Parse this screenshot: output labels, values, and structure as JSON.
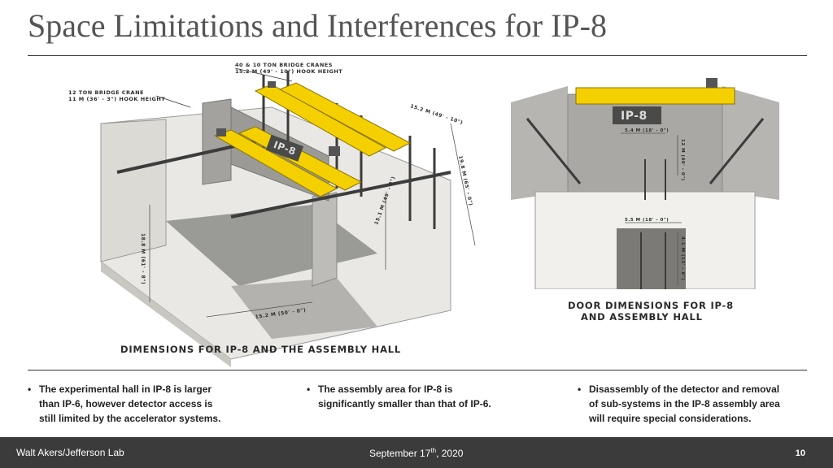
{
  "title": "Space Limitations and Interferences for IP-8",
  "figures": {
    "left": {
      "label_cranes_40": "40 & 10 TON BRIDGE CRANES",
      "label_cranes_40_height": "15.2 M (49' - 10\") HOOK HEIGHT",
      "label_crane_12": "12 TON BRIDGE CRANE",
      "label_crane_12_height": "11 M (36' - 3\") HOOK HEIGHT",
      "dim_top": "15.2 M (49' - 10\")",
      "dim_side": "19.8 M (65' - 0\")",
      "dim_right": "15.1 M (49' - 8\")",
      "dim_left": "18.8 M (61' - 8\")",
      "dim_bottom": "15.2 M (50' - 0\")",
      "hall_label": "IP-8",
      "caption": "DIMENSIONS FOR IP-8 AND THE ASSEMBLY HALL"
    },
    "right": {
      "hall_label": "IP-8",
      "dim_top_width": "5.4 M (18' - 0\")",
      "dim_top_height": "12 M (40' - 0\")",
      "dim_door_width": "5.5 M (18' - 0\")",
      "dim_door_height": "4.1 M (13' - 6\")",
      "caption_line1": "DOOR DIMENSIONS FOR IP-8",
      "caption_line2": "AND ASSEMBLY HALL"
    }
  },
  "bullets": [
    {
      "bullet": "•",
      "lines": [
        "The experimental hall in IP-8 is larger",
        "than IP-6, however detector access is",
        "still limited by the accelerator systems."
      ]
    },
    {
      "bullet": "•",
      "lines": [
        "The assembly area for IP-8 is",
        "significantly smaller than that of IP-6."
      ]
    },
    {
      "bullet": "•",
      "lines": [
        "Disassembly of the detector and removal",
        "of sub-systems in the IP-8 assembly area",
        "will require special considerations."
      ]
    }
  ],
  "footer": {
    "author": "Walt Akers/Jefferson Lab",
    "date_prefix": "September 17",
    "date_sup": "th",
    "date_suffix": ", 2020",
    "page": "10"
  },
  "colors": {
    "crane_yellow": "#f5d000",
    "footer_bg": "#3b3b3b",
    "wall_gray": "#e4e2dc",
    "block_gray": "#9a9a96"
  }
}
